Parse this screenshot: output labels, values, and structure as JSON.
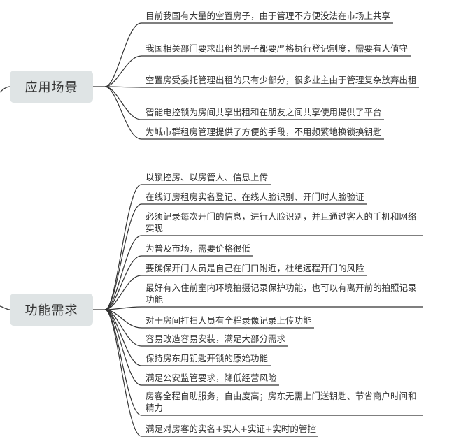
{
  "mindmap": {
    "branches": [
      {
        "label": "应用场景",
        "items": [
          "目前我国有大量的空置房子，由于管理不方便没法在市场上共享",
          "我国相关部门要求出租的房子都要严格执行登记制度，需要有人值守",
          "空置房受委托管理出租的只有少部分，很多业主由于管理复杂放弃出租",
          "智能电控锁为房间共享出租和在朋友之间共享使用提供了平台",
          "为城市群租房管理提供了方便的手段，不用频繁地换锁换钥匙"
        ]
      },
      {
        "label": "功能需求",
        "items": [
          "以锁控房、以房管人、信息上传",
          "在线订房租房实名登记、在线人脸识别、开门时人脸验证",
          "必须记录每次开门的信息，进行人脸识别，并且通过客人的手机和网络实现",
          "为普及市场，需要价格很低",
          "要确保开门人员是自己在门口附近，杜绝远程开门的风险",
          "最好有入住前室内环境拍摄记录保护功能，也可以有离开前的拍照记录功能",
          "对于房间打扫人员有全程录像记录上传功能",
          "容易改造容易安装，满足大部分需求",
          "保持房东用钥匙开锁的原始功能",
          "满足公安监管要求，降低经营风险",
          "房客全程自助服务，自由度高；房东无需上门送钥匙、节省商户时间和精力",
          "满足对房客的实名+实人+实证+实时的管控"
        ]
      }
    ],
    "colors": {
      "line": "#333333",
      "node_bg": "#dfe4e5",
      "text": "#333333"
    }
  }
}
